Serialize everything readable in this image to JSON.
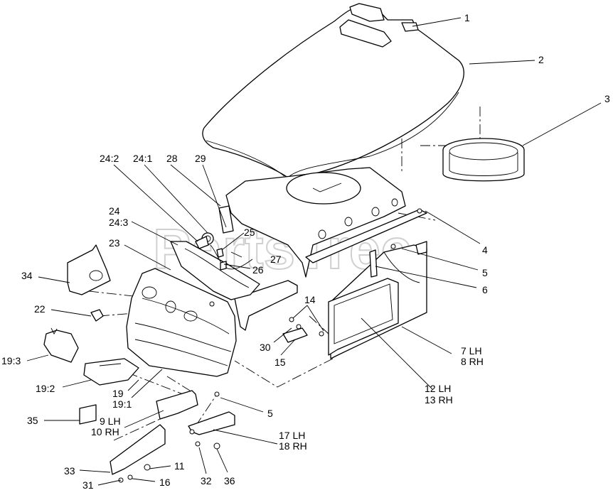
{
  "watermark": "PartsTree",
  "callouts": [
    {
      "id": "c1",
      "lines": [
        "1"
      ]
    },
    {
      "id": "c2",
      "lines": [
        "2"
      ]
    },
    {
      "id": "c3",
      "lines": [
        "3"
      ]
    },
    {
      "id": "c4",
      "lines": [
        "4"
      ]
    },
    {
      "id": "c5a",
      "lines": [
        "5"
      ]
    },
    {
      "id": "c6",
      "lines": [
        "6"
      ]
    },
    {
      "id": "c7",
      "lines": [
        "7 LH",
        "8 RH"
      ]
    },
    {
      "id": "c12",
      "lines": [
        "12 LH",
        "13 RH"
      ]
    },
    {
      "id": "c14",
      "lines": [
        "14"
      ]
    },
    {
      "id": "c15",
      "lines": [
        "15"
      ]
    },
    {
      "id": "c30",
      "lines": [
        "30"
      ]
    },
    {
      "id": "c5b",
      "lines": [
        "5"
      ]
    },
    {
      "id": "c17",
      "lines": [
        "17 LH",
        "18 RH"
      ]
    },
    {
      "id": "c36",
      "lines": [
        "36"
      ]
    },
    {
      "id": "c32",
      "lines": [
        "32"
      ]
    },
    {
      "id": "c11",
      "lines": [
        "11"
      ]
    },
    {
      "id": "c16",
      "lines": [
        "16"
      ]
    },
    {
      "id": "c31",
      "lines": [
        "31"
      ]
    },
    {
      "id": "c33",
      "lines": [
        "33"
      ]
    },
    {
      "id": "c9",
      "lines": [
        "9 LH",
        "10 RH"
      ]
    },
    {
      "id": "c35",
      "lines": [
        "35"
      ]
    },
    {
      "id": "c19",
      "lines": [
        "19",
        "19:1"
      ]
    },
    {
      "id": "c192",
      "lines": [
        "19:2"
      ]
    },
    {
      "id": "c193",
      "lines": [
        "19:3"
      ]
    },
    {
      "id": "c22",
      "lines": [
        "22"
      ]
    },
    {
      "id": "c34",
      "lines": [
        "34"
      ]
    },
    {
      "id": "c23",
      "lines": [
        "23"
      ]
    },
    {
      "id": "c24",
      "lines": [
        "24",
        "24:3"
      ]
    },
    {
      "id": "c242",
      "lines": [
        "24:2"
      ]
    },
    {
      "id": "c241",
      "lines": [
        "24:1"
      ]
    },
    {
      "id": "c28",
      "lines": [
        "28"
      ]
    },
    {
      "id": "c29",
      "lines": [
        "29"
      ]
    },
    {
      "id": "c25",
      "lines": [
        "25"
      ]
    },
    {
      "id": "c27",
      "lines": [
        "27"
      ]
    },
    {
      "id": "c26",
      "lines": [
        "26"
      ]
    }
  ]
}
